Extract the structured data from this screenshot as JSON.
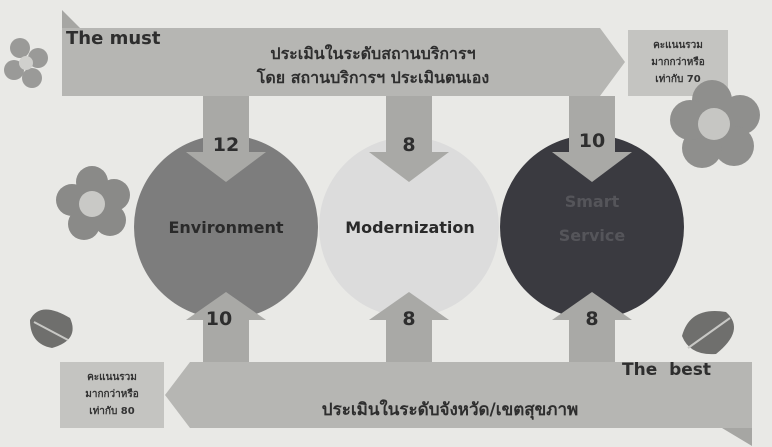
{
  "top_banner": {
    "tag": "The must",
    "line1": "ประเมินในระดับสถานบริการฯ",
    "line2": "โดย สถานบริการฯ ประเมินตนเอง",
    "score_note": [
      "คะแนนรวม",
      "มากกว่าหรือ",
      "เท่ากับ 70"
    ]
  },
  "bottom_banner": {
    "tag": "The  best",
    "line": "ประเมินในระดับจังหวัด/เขตสุขภาพ",
    "score_note": [
      "คะแนนรวม",
      "มากกว่าหรือ",
      "เท่ากับ 80"
    ]
  },
  "circles": [
    {
      "label": "Environment",
      "label2": "",
      "top_score": "12",
      "bottom_score": "10",
      "color": "#7d7d7d"
    },
    {
      "label": "Modernization",
      "label2": "",
      "top_score": "8",
      "bottom_score": "8",
      "color": "#dcdcdc"
    },
    {
      "label": "Smart",
      "label2": "Service",
      "top_score": "10",
      "bottom_score": "8",
      "color": "#3a3a40"
    }
  ],
  "colors": {
    "band": "#b8b8b5",
    "arrow": "#a9a9a6",
    "background": "#e9e9e6"
  }
}
